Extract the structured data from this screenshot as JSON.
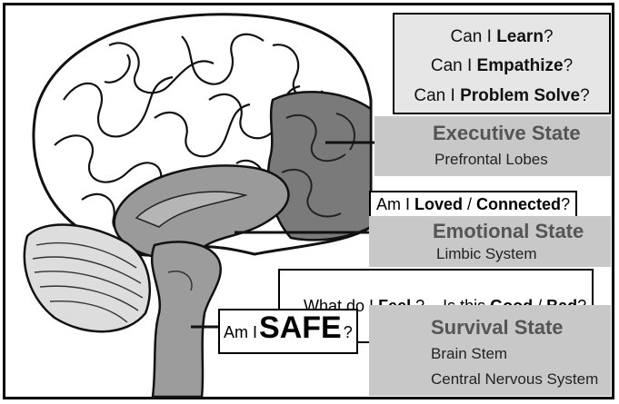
{
  "questions_top": [
    {
      "pre": "Can I ",
      "bold": "Learn",
      "post": "?"
    },
    {
      "pre": "Can I ",
      "bold": "Empathize",
      "post": "?"
    },
    {
      "pre": "Can I ",
      "bold": "Problem Solve",
      "post": "?"
    }
  ],
  "executive": {
    "title": "Executive State",
    "subtitle": "Prefrontal Lobes"
  },
  "loved_q": {
    "pre": "Am I ",
    "bold1": "Loved",
    "sep": " / ",
    "bold2": "Connected",
    "post": "?"
  },
  "emotional": {
    "title": "Emotional State",
    "subtitle": "Limbic System"
  },
  "feel_q": {
    "pre": "What do I ",
    "bold1": "Feel",
    "mid": " ?    Is this ",
    "bold2": "Good",
    "sep": " / ",
    "bold3": "Bad",
    "post": "?"
  },
  "safe_q": {
    "pre": "Am I ",
    "bold": "SAFE",
    "post": "?"
  },
  "survival": {
    "title": "Survival State",
    "subtitle1": "Brain Stem",
    "subtitle2": "Central Nervous System"
  },
  "colors": {
    "cortex": "#ffffff",
    "prefrontal": "#7a7a7a",
    "cerebellum": "#dddddd",
    "panel": "#c8c8c8",
    "question_box": "#e6e6e6"
  }
}
